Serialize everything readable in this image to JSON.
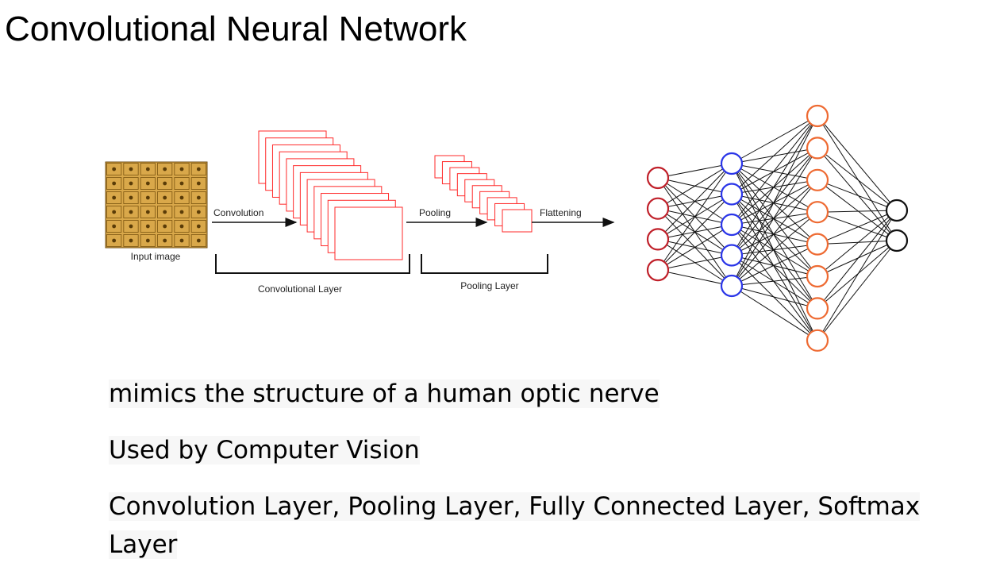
{
  "title": "Convolutional Neural Network",
  "diagram": {
    "input_label": "Input image",
    "convolution_label": "Convolution",
    "pooling_label": "Pooling",
    "flattening_label": "Flattening",
    "conv_layer_label": "Convolutional Layer",
    "pool_layer_label": "Pooling Layer",
    "network": {
      "input_nodes": 4,
      "hidden1_nodes": 5,
      "hidden2_nodes": 8,
      "output_nodes": 2
    },
    "colors": {
      "input_node": "#c0202a",
      "hidden1_node": "#2a35e8",
      "hidden2_node": "#ee6a32",
      "output_node": "#111111",
      "feature_map": "#ff2a2a",
      "input_grid": "#d9a84a",
      "edge": "#111111"
    }
  },
  "bullets": [
    "mimics the structure of a human optic nerve",
    "Used by Computer Vision",
    "Convolution Layer, Pooling Layer, Fully Connected Layer, Softmax Layer"
  ]
}
